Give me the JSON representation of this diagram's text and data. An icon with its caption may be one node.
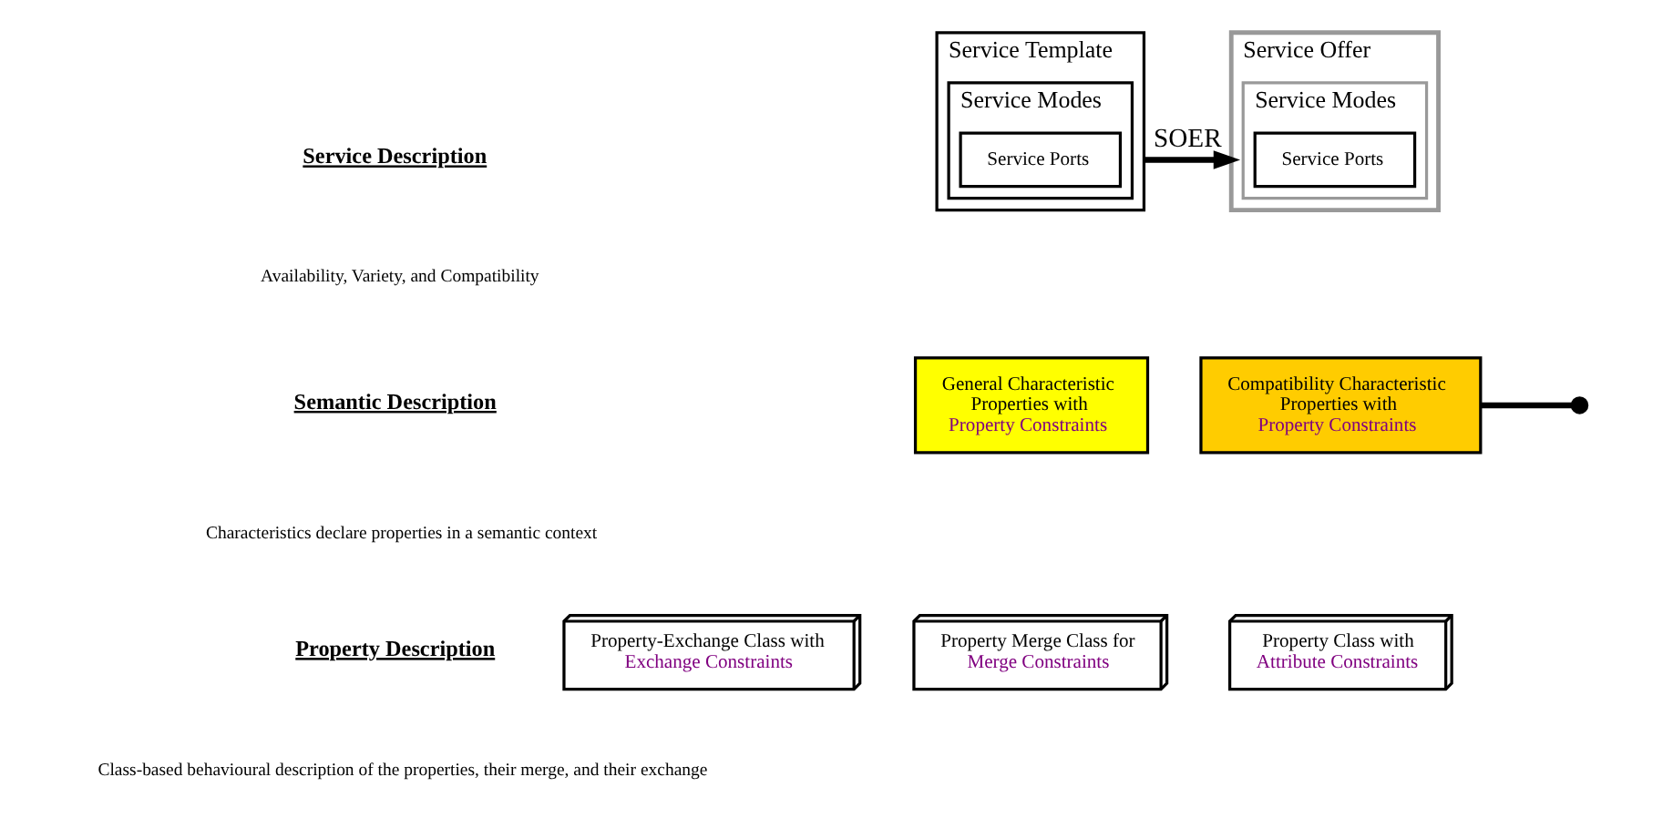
{
  "diagram": {
    "nodes": [
      {
        "text": [
          "Service Template"
        ]
      },
      {
        "text": [
          "Service Modes"
        ],
        "in": 0
      },
      {
        "text": [
          "Service Ports"
        ],
        "in": 1
      },
      {
        "text": [
          "Service Offer"
        ]
      },
      {
        "text": [
          "Service Modes"
        ],
        "in": 3
      },
      {
        "text": [
          "Service Ports"
        ],
        "in": 4
      },
      {
        "text": [
          "General Characteristic",
          "Properties with",
          "Property Constraints"
        ]
      },
      {
        "text": [
          "Compatibility Characteristic",
          "Properties with",
          "Property Constraints"
        ]
      },
      {
        "text": [
          "Property-Exchange Class with",
          "Exchange Constraints"
        ]
      },
      {
        "text": [
          "Property Merge Class for",
          "Merge Constraints"
        ]
      },
      {
        "text": [
          "Property Class with",
          "Attribute Constraints"
        ]
      }
    ],
    "edges": [
      {
        "from": 0,
        "to": 3,
        "arrow": "to",
        "label": "SOER"
      },
      {
        "from": 7,
        "to": null,
        "arrow": "other"
      }
    ],
    "labels": [
      "Service Description",
      "Availability, Variety, and Compatibility",
      "Semantic Description",
      "Characteristics declare properties in a semantic context",
      "Property Description",
      "Class-based behavioural description of the properties, their merge, and their exchange"
    ]
  }
}
